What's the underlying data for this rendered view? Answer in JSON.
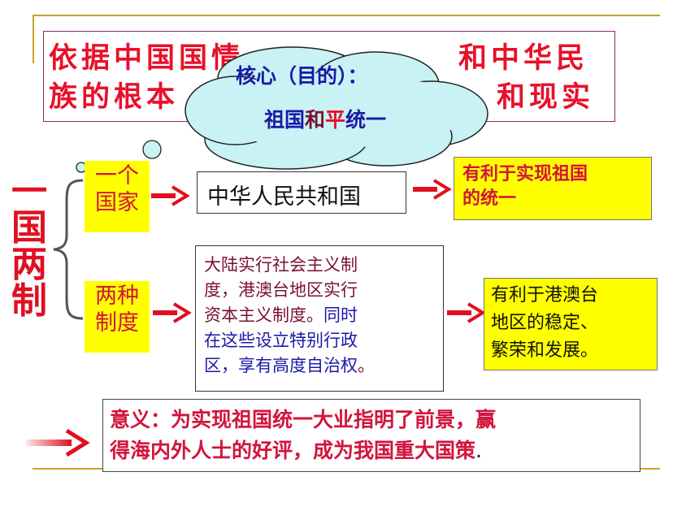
{
  "title": {
    "line1": "依据中国国情",
    "line1_end": "和中华民",
    "line2": "族的根本",
    "line2_end": "和现实"
  },
  "cloud": {
    "line1": "核心（目的）：",
    "line2_a": "祖国",
    "line2_b": "和",
    "line2_c": "平",
    "line2_d": "统一"
  },
  "vertical_title": [
    "一",
    "国",
    "两",
    "制"
  ],
  "one_country": {
    "label_line1": "一个",
    "label_line2": "国家",
    "content": "中华人民共和国",
    "result_line1": "有利于实现祖国",
    "result_line2": "的统一"
  },
  "two_systems": {
    "label_line1": "两种",
    "label_line2": "制度",
    "content_lines": [
      "大陆实行社会主义制",
      "度，港澳台地区实行",
      "资本主义制度。"
    ],
    "content_blue_start": "同时",
    "content_blue_lines": [
      "在这些设立特别行政",
      "区，享有高度自治权"
    ],
    "content_end": "。",
    "result_lines": [
      "有利于港澳台",
      "地区的稳定、",
      "繁荣和发展。"
    ]
  },
  "significance": {
    "line1": "意义：为实现祖国统一大业指明了前景，赢",
    "line2": "得海内外人士的好评，成为我国重大国策",
    "line2_end": "."
  },
  "colors": {
    "red": "#e8102a",
    "blue": "#1a1aa6",
    "maroon": "#7a1030",
    "yellow": "#ffff00",
    "cloud": "#c8f2f4",
    "rule": "#c9a227"
  }
}
